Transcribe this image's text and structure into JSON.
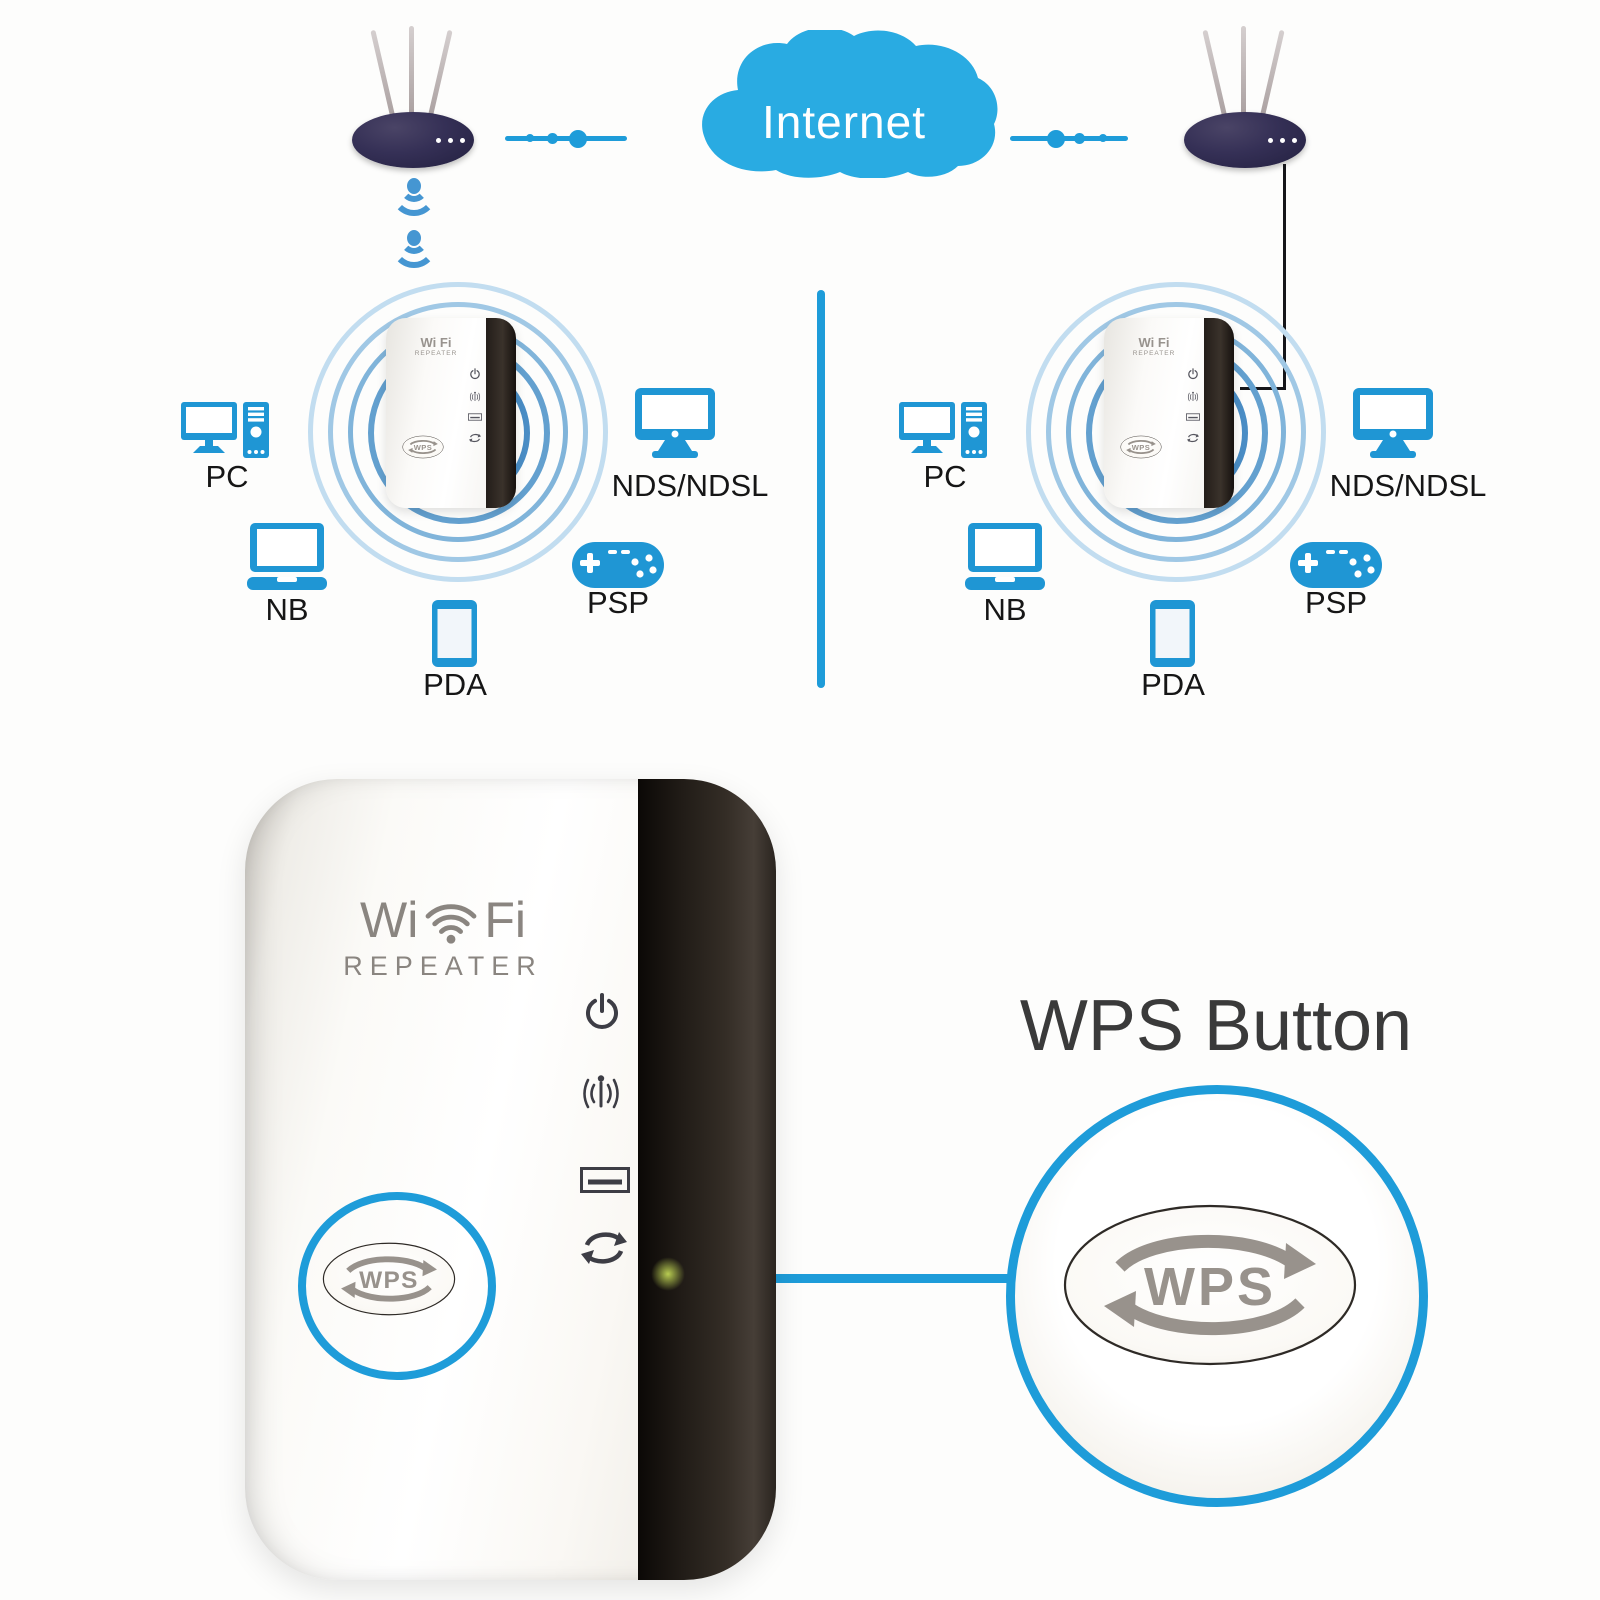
{
  "diagram": {
    "internet_label": "Internet",
    "device_labels": {
      "pc": "PC",
      "nds": "NDS/NDSL",
      "nb": "NB",
      "psp": "PSP",
      "pda": "PDA"
    },
    "repeater_logo": {
      "line1": "Wi Fi",
      "line2": "REPEATER"
    }
  },
  "product": {
    "logo_wi": "Wi",
    "logo_fi": "Fi",
    "logo_sub": "REPEATER",
    "wps_label": "WPS",
    "callout_title": "WPS Button"
  },
  "colors": {
    "accent_blue": "#1e9cd9",
    "icon_blue": "#1f96d4",
    "cloud_blue": "#29abe2",
    "router_navy": "#353056",
    "logo_gray": "#8a8580",
    "title_gray": "#3a3a3a"
  }
}
